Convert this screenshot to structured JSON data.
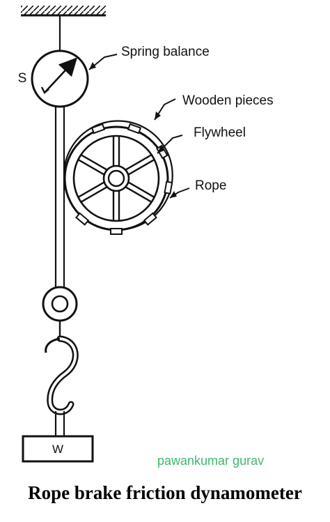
{
  "labels": {
    "spring_balance": "Spring balance",
    "spring_balance_symbol": "S",
    "wooden_pieces": "Wooden pieces",
    "flywheel": "Flywheel",
    "rope": "Rope",
    "weight": "W"
  },
  "watermark": "pawankumar gurav",
  "title": "Rope brake friction dynamometer",
  "colors": {
    "ink": "#111111",
    "watermark": "#3fb86a",
    "background": "#ffffff"
  }
}
